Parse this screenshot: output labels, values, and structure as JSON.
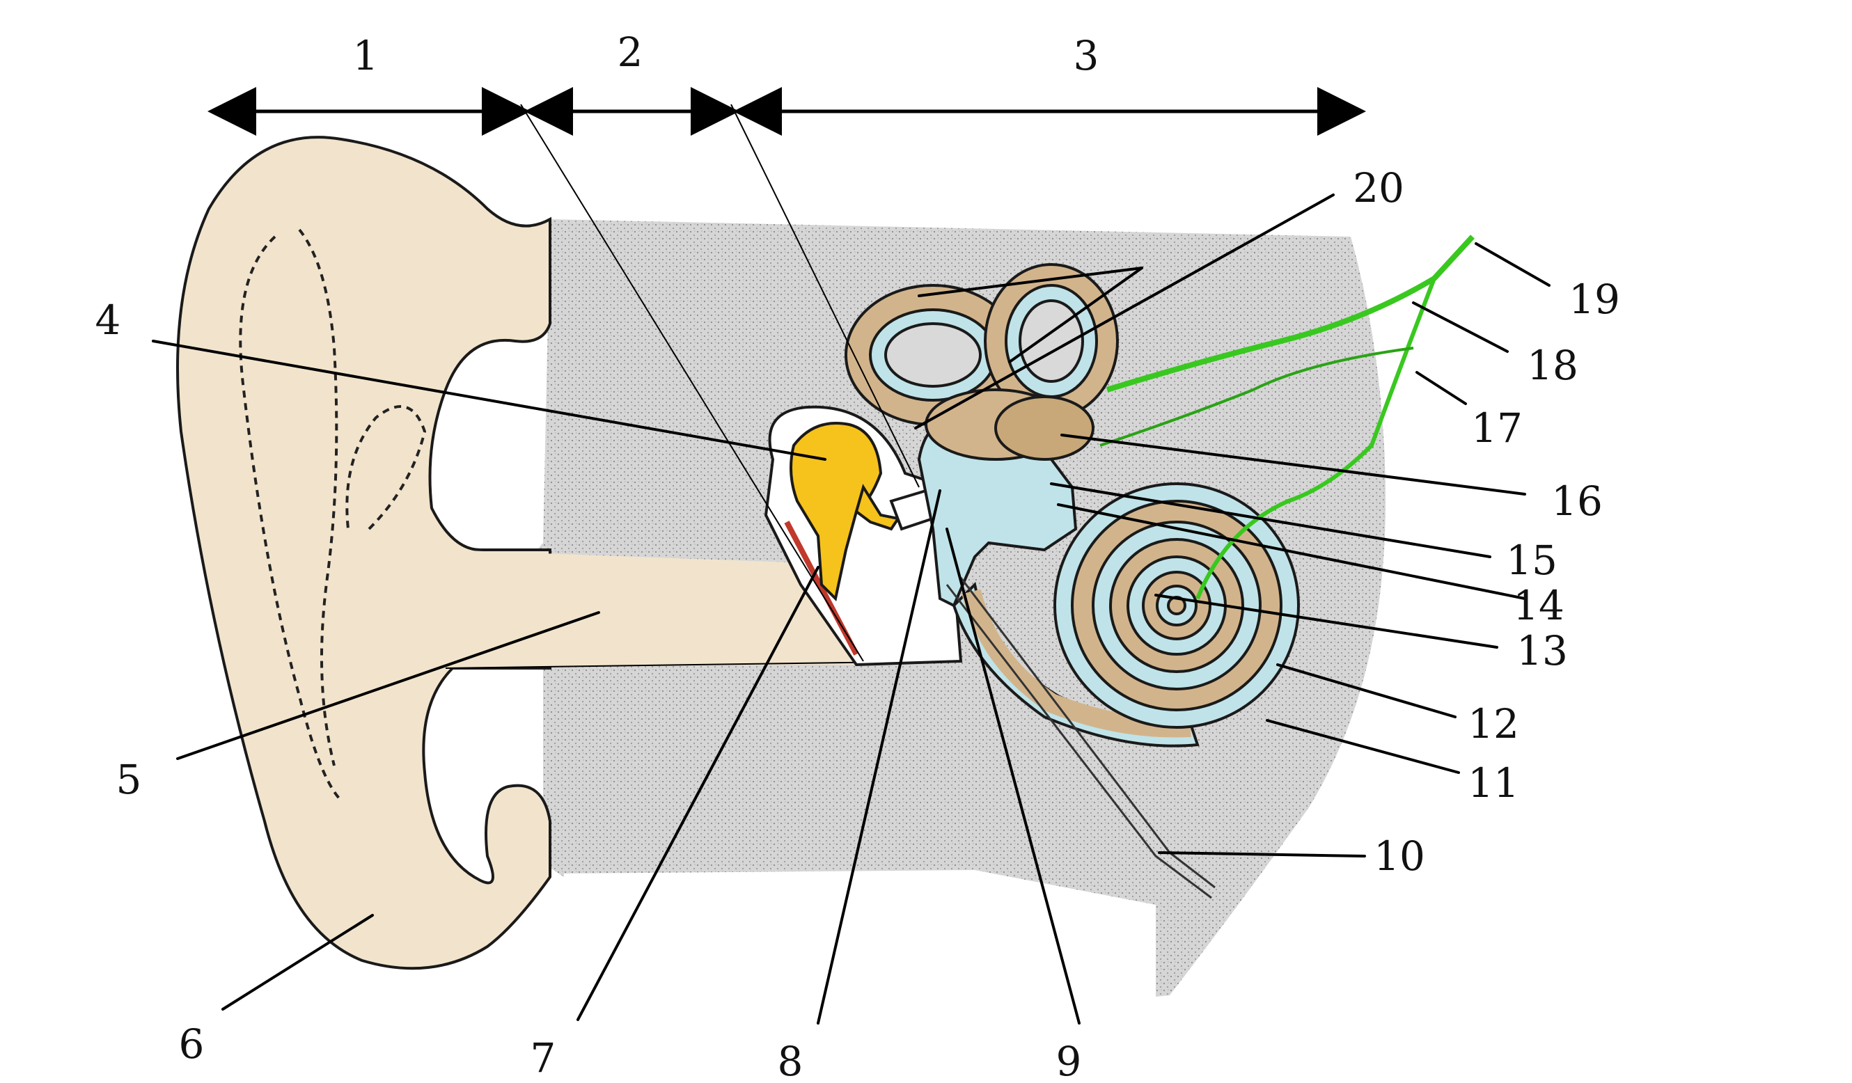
{
  "colors": {
    "background": "#ffffff",
    "tissue": "#d9d9d9",
    "skin": "#f2e4cc",
    "ossicles": "#f6c21c",
    "perilymph": "#bfe3e8",
    "membranous": "#d2b48c",
    "nerve": "#39c81f",
    "eardrum": "#c0392b"
  },
  "sections": [
    {
      "label": "1"
    },
    {
      "label": "2"
    },
    {
      "label": "3"
    }
  ],
  "labels": [
    "4",
    "5",
    "6",
    "7",
    "8",
    "9",
    "10",
    "11",
    "12",
    "13",
    "14",
    "15",
    "16",
    "17",
    "18",
    "19",
    "20"
  ]
}
